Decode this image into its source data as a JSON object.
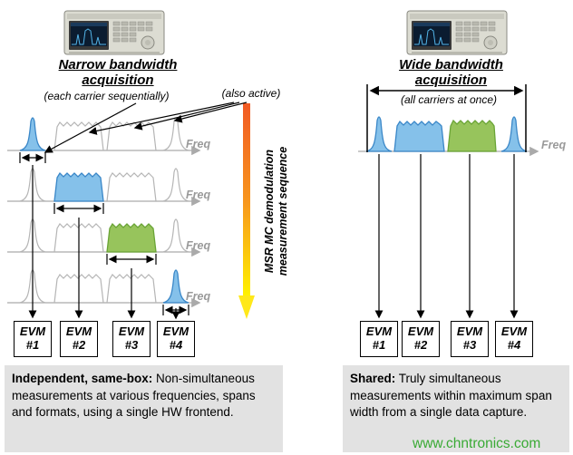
{
  "left": {
    "title": [
      "Narrow bandwidth",
      "acquisition"
    ],
    "subtitle": "(each carrier sequentially)",
    "also_active": "(also active)",
    "freq_label": "Freq",
    "sequence_label": [
      "MSR MC demodulation",
      "measurement sequence"
    ],
    "evm": [
      [
        "EVM",
        "#1"
      ],
      [
        "EVM",
        "#2"
      ],
      [
        "EVM",
        "#3"
      ],
      [
        "EVM",
        "#4"
      ]
    ],
    "caption": {
      "lead": "Independent, same-box:",
      "body": " Non-simultaneous measurements at various frequencies, spans and formats,  using a single HW frontend."
    }
  },
  "right": {
    "title": [
      "Wide bandwidth",
      "acquisition"
    ],
    "subtitle": "(all carriers at once)",
    "freq_label": "Freq",
    "evm": [
      [
        "EVM",
        "#1"
      ],
      [
        "EVM",
        "#2"
      ],
      [
        "EVM",
        "#3"
      ],
      [
        "EVM",
        "#4"
      ]
    ],
    "caption": {
      "lead": "Shared:",
      "body": " Truly simultaneous measurements within maximum span width from a single data capture."
    }
  },
  "watermark": "www.chntronics.com",
  "colors": {
    "carrier_blue": "#85c1ea",
    "carrier_blue_edge": "#3a87c8",
    "carrier_green": "#97c45c",
    "carrier_green_edge": "#6aa436",
    "sequence_orange_top": "#f15a24",
    "sequence_yellow_bottom": "#fff200",
    "watermark_green": "#3aaa35",
    "caption_bg": "#e2e2e2"
  }
}
